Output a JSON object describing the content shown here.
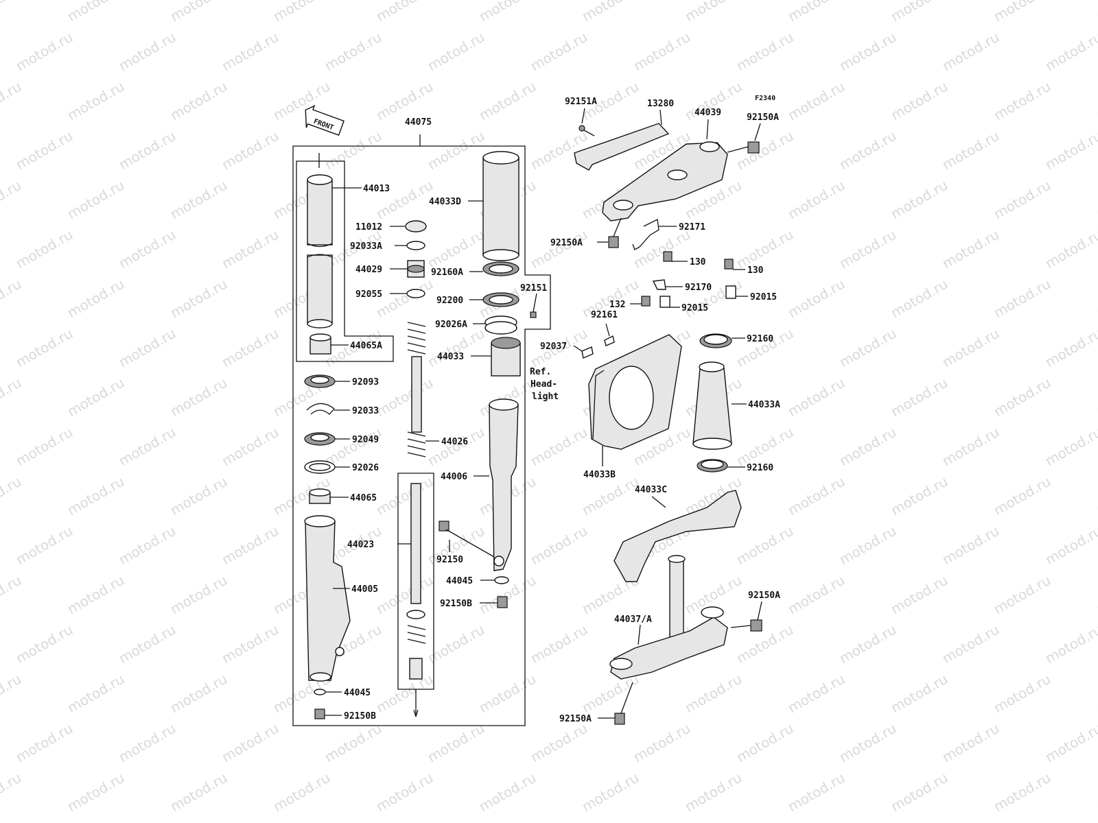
{
  "watermark": "motod.ru",
  "figure_code": "F2340",
  "front_badge": "FRONT",
  "ref_note": [
    "Ref.",
    "Head-",
    "light"
  ],
  "labels": {
    "l44075": "44075",
    "l44013": "44013",
    "l44033D": "44033D",
    "l11012": "11012",
    "l92033A": "92033A",
    "l44029": "44029",
    "l92160A": "92160A",
    "l92151": "92151",
    "l92055": "92055",
    "l92200": "92200",
    "l92026A": "92026A",
    "l44065A": "44065A",
    "l44033": "44033",
    "l92093": "92093",
    "l92033": "92033",
    "l92049": "92049",
    "l44026": "44026",
    "l92026": "92026",
    "l44006": "44006",
    "l44065": "44065",
    "l44023": "44023",
    "l92150": "92150",
    "l44005": "44005",
    "l44045a": "44045",
    "l92150Ba": "92150B",
    "l44045b": "44045",
    "l92150Bb": "92150B",
    "l92151A": "92151A",
    "l13280": "13280",
    "l44039": "44039",
    "l92150Aa": "92150A",
    "l92150Ab": "92150A",
    "l92171": "92171",
    "l130a": "130",
    "l130b": "130",
    "l92170": "92170",
    "l132": "132",
    "l92015a": "92015",
    "l92015b": "92015",
    "l92161": "92161",
    "l92037": "92037",
    "l92160a": "92160",
    "l44033A": "44033A",
    "l44033B": "44033B",
    "l92160b": "92160",
    "l44033C": "44033C",
    "l92150Ac": "92150A",
    "l44037A": "44037/A",
    "l92150Ad": "92150A"
  }
}
